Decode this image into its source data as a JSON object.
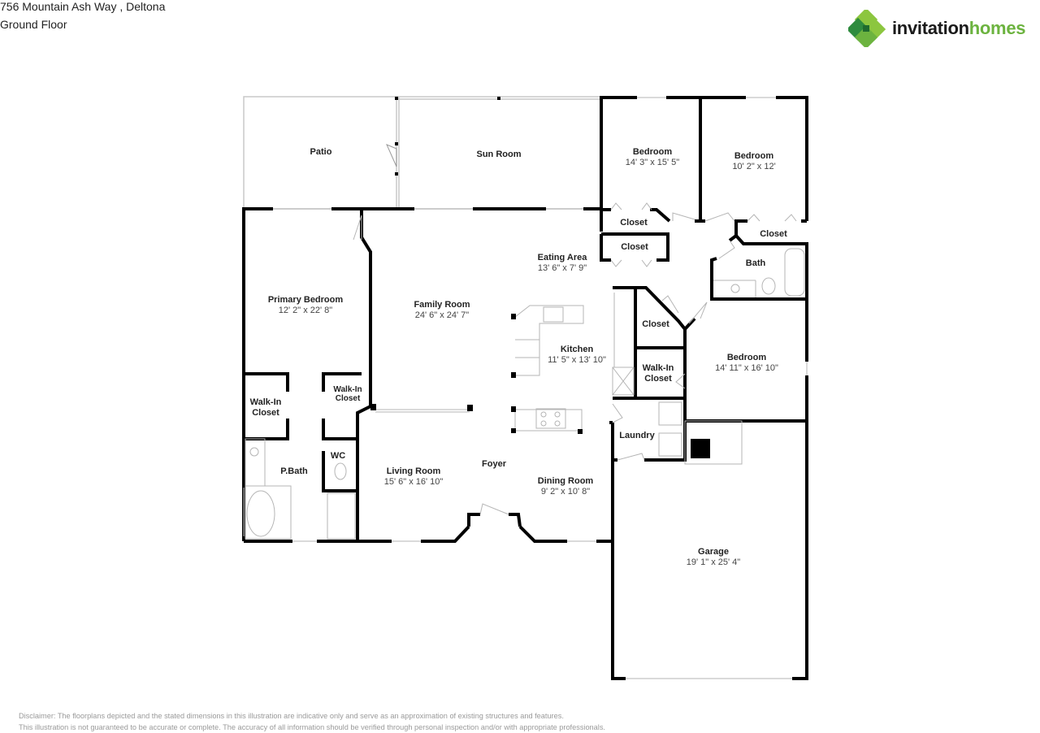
{
  "header": {
    "address": "756 Mountain Ash Way , Deltona",
    "floor": "Ground Floor"
  },
  "brand": {
    "name_part1": "invitation",
    "name_part2": "homes",
    "colors": {
      "dark": "#1a1a1a",
      "green": "#6cb33f",
      "green_dark": "#2e8b3e",
      "green_light": "#8cc63f"
    }
  },
  "rooms": {
    "patio": {
      "name": "Patio"
    },
    "sun_room": {
      "name": "Sun Room"
    },
    "bedroom_nw": {
      "name": "Bedroom",
      "dims": "14' 3\" x 15' 5\""
    },
    "bedroom_ne": {
      "name": "Bedroom",
      "dims": "10' 2\" x 12'"
    },
    "closet_1": {
      "name": "Closet"
    },
    "closet_2": {
      "name": "Closet"
    },
    "closet_3": {
      "name": "Closet"
    },
    "closet_4": {
      "name": "Closet"
    },
    "bath": {
      "name": "Bath"
    },
    "eating_area": {
      "name": "Eating Area",
      "dims": "13' 6\" x 7' 9\""
    },
    "primary_bedroom": {
      "name": "Primary Bedroom",
      "dims": "12' 2\" x 22' 8\""
    },
    "family_room": {
      "name": "Family Room",
      "dims": "24' 6\" x 24' 7\""
    },
    "kitchen": {
      "name": "Kitchen",
      "dims": "11' 5\" x 13' 10\""
    },
    "walkin_closet_left": {
      "name_l1": "Walk-In",
      "name_l2": "Closet"
    },
    "walkin_closet_mid": {
      "name_l1": "Walk-In",
      "name_l2": "Closet"
    },
    "walkin_closet_right": {
      "name_l1": "Walk-In",
      "name_l2": "Closet"
    },
    "bedroom_e": {
      "name": "Bedroom",
      "dims": "14' 11\" x 16' 10\""
    },
    "wc": {
      "name": "WC"
    },
    "p_bath": {
      "name": "P.Bath"
    },
    "laundry": {
      "name": "Laundry"
    },
    "living_room": {
      "name": "Living Room",
      "dims": "15' 6\" x 16' 10\""
    },
    "foyer": {
      "name": "Foyer"
    },
    "dining_room": {
      "name": "Dining Room",
      "dims": "9' 2\" x 10' 8\""
    },
    "garage": {
      "name": "Garage",
      "dims": "19' 1\" x 25' 4\""
    }
  },
  "disclaimer": {
    "line1": "Disclaimer: The floorplans depicted and the stated dimensions in this illustration are indicative only and serve as an approximation of existing structures and features.",
    "line2": "This illustration is not guaranteed to be accurate or complete. The accuracy of all information should be verified through personal inspection and/or with appropriate professionals."
  }
}
